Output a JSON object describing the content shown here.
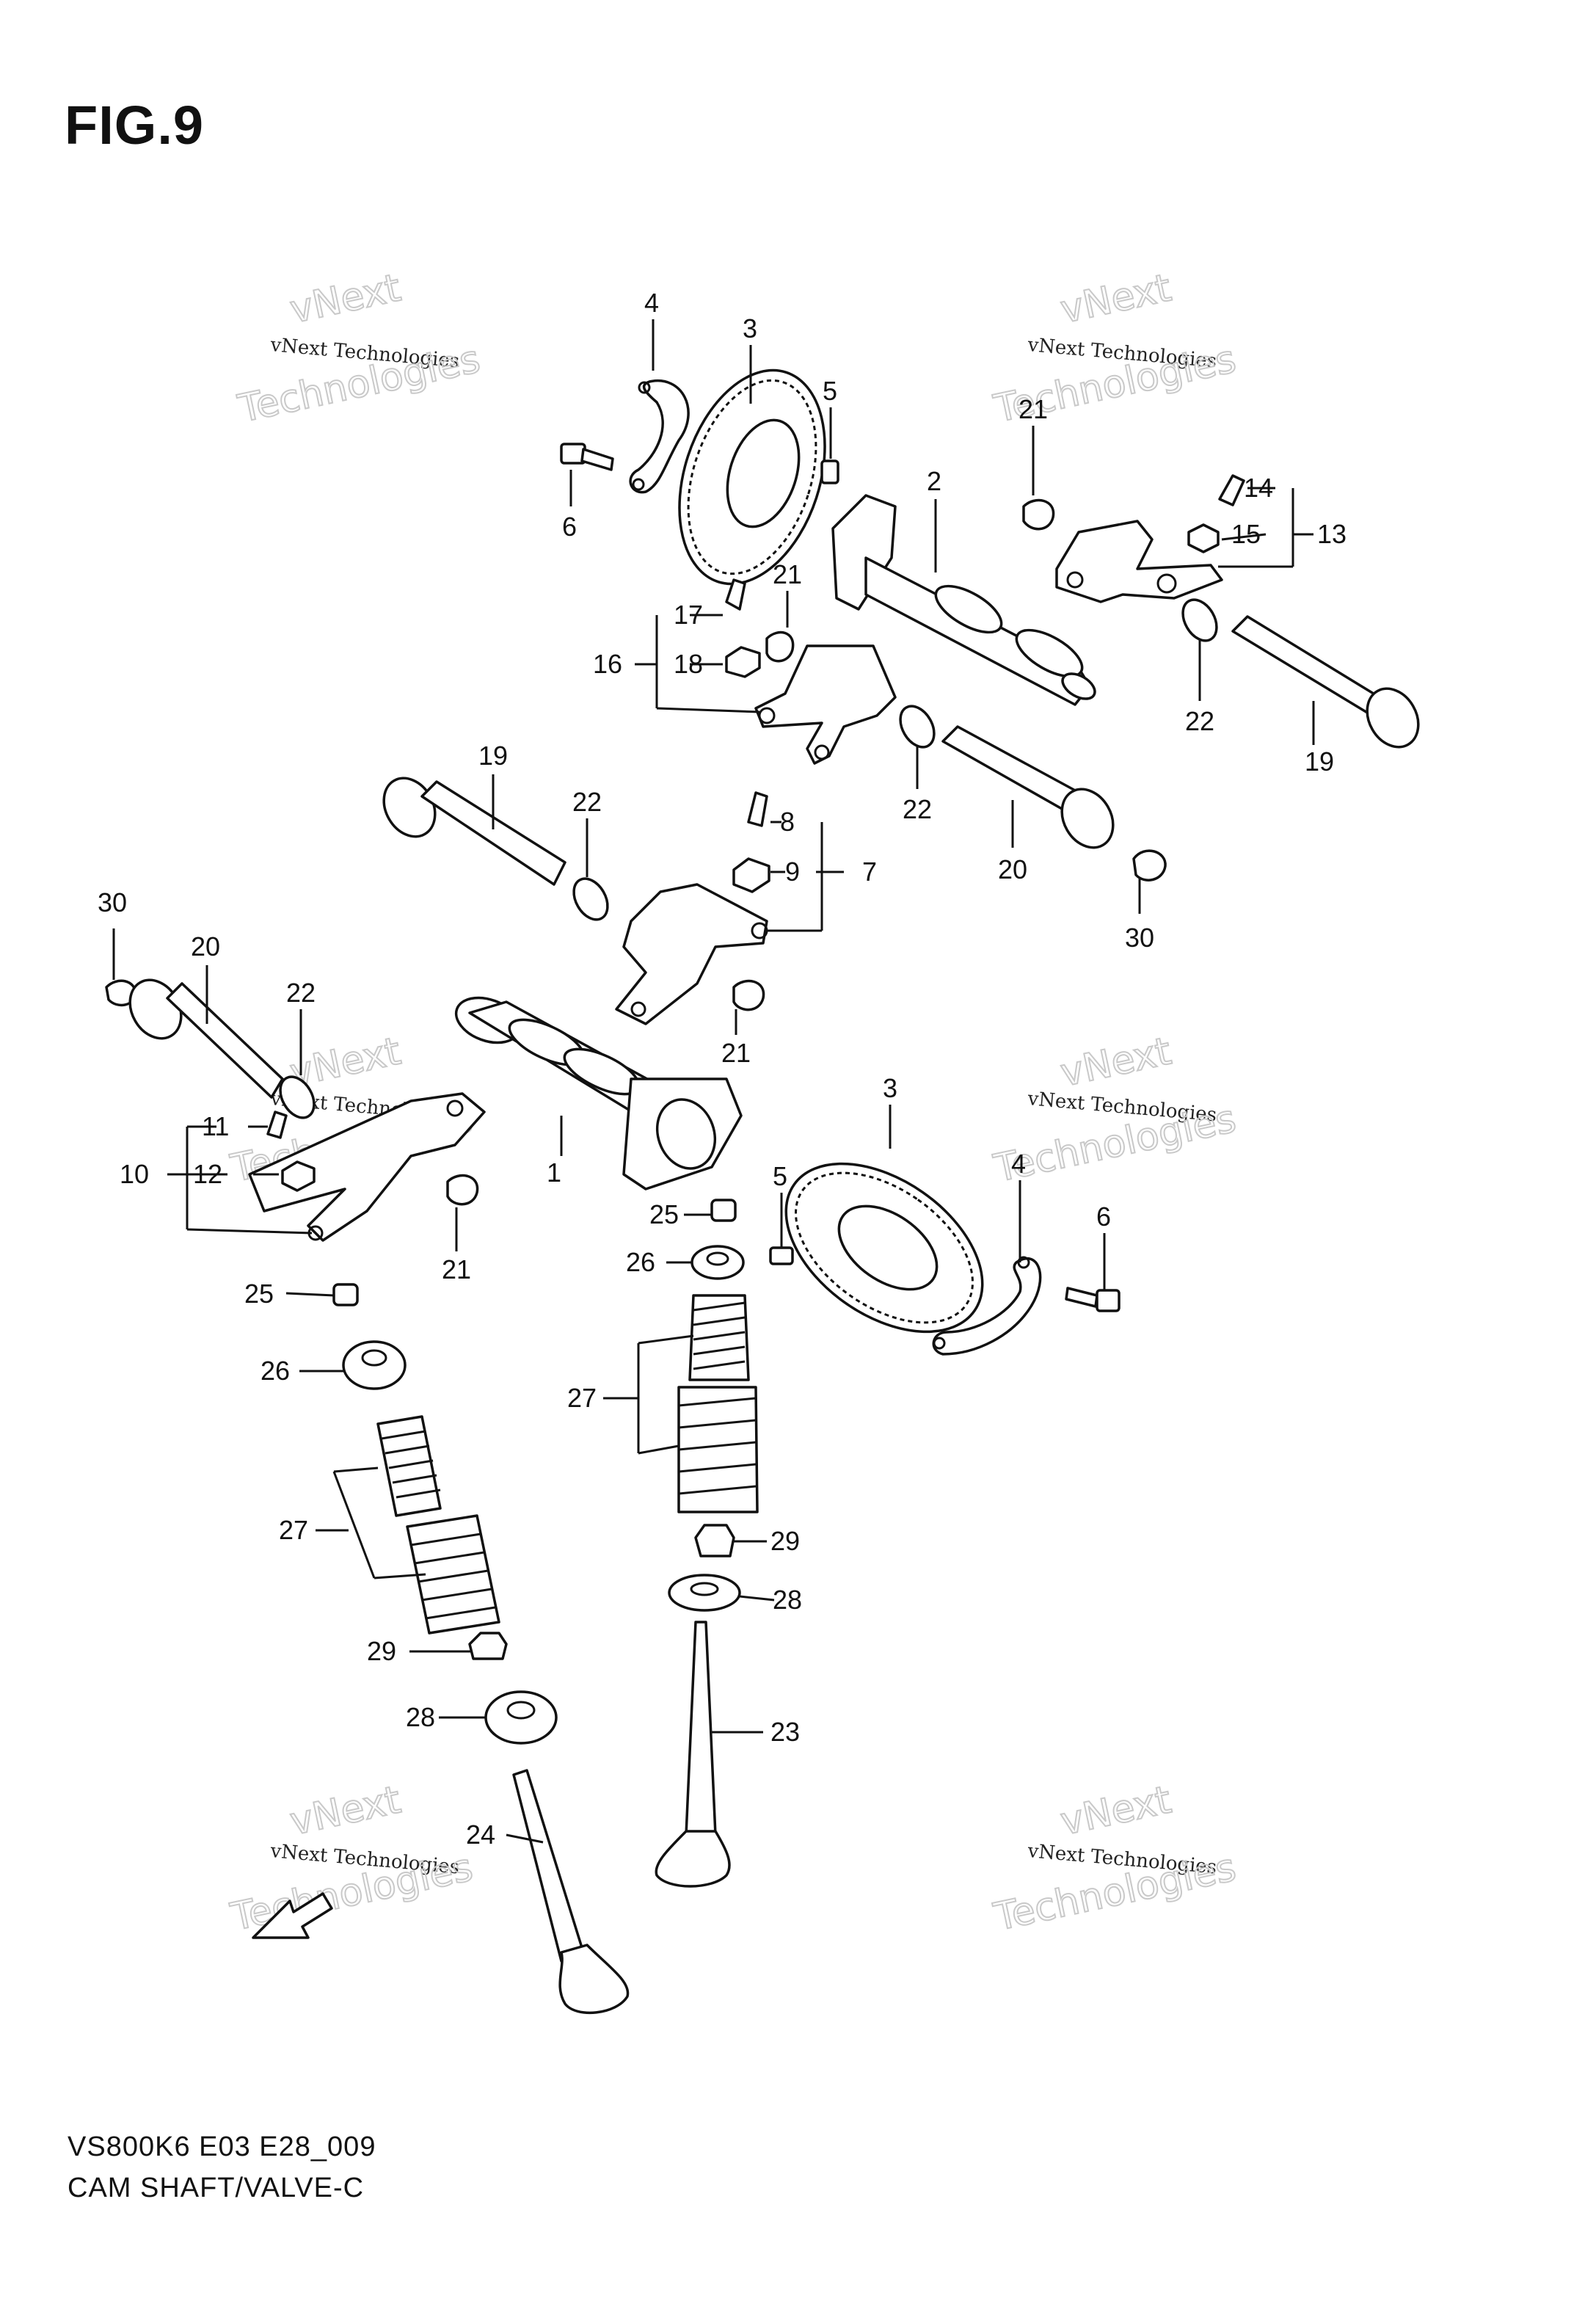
{
  "figure": {
    "title": "FIG.9"
  },
  "footer": {
    "model_code": "VS800K6 E03 E28_009",
    "caption": "CAM SHAFT/VALVE-C"
  },
  "watermark": {
    "line1": "vNext Technologies",
    "line2": "vNext",
    "line3": "Technologies"
  },
  "callouts": {
    "c1": "1",
    "c2": "2",
    "c3a": "3",
    "c3b": "3",
    "c4a": "4",
    "c4b": "4",
    "c5a": "5",
    "c5b": "5",
    "c6a": "6",
    "c6b": "6",
    "c7": "7",
    "c8": "8",
    "c9": "9",
    "c10": "10",
    "c11": "11",
    "c12": "12",
    "c13": "13",
    "c14": "14",
    "c15": "15",
    "c16": "16",
    "c17": "17",
    "c18": "18",
    "c19a": "19",
    "c19b": "19",
    "c20a": "20",
    "c20b": "20",
    "c21a": "21",
    "c21b": "21",
    "c21c": "21",
    "c21d": "21",
    "c22a": "22",
    "c22b": "22",
    "c22c": "22",
    "c22d": "22",
    "c23": "23",
    "c24": "24",
    "c25a": "25",
    "c25b": "25",
    "c26a": "26",
    "c26b": "26",
    "c27a": "27",
    "c27b": "27",
    "c28a": "28",
    "c28b": "28",
    "c29a": "29",
    "c29b": "29",
    "c30a": "30",
    "c30b": "30"
  },
  "colors": {
    "line": "#111111",
    "watermark": "#c9c9c9"
  }
}
